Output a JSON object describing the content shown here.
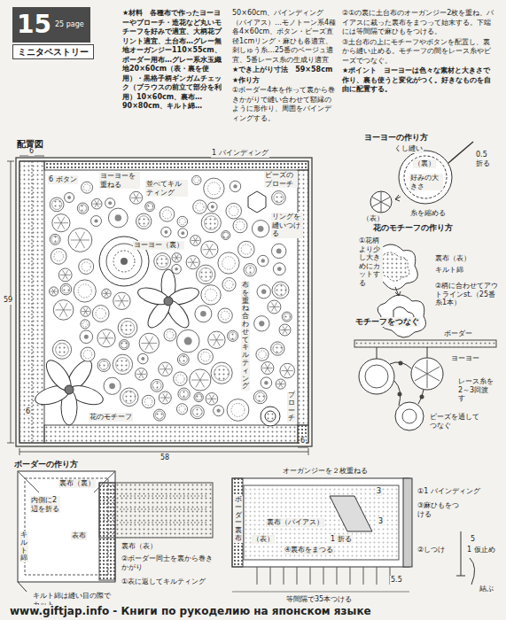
{
  "diagram": {
    "nodes": [
      {
        "text": [
          "15",
          "25 page"
        ]
      },
      {
        "text": [
          "ミニタペストリー"
        ]
      }
    ],
    "labels": [
      "★材料　各種布で作ったヨーヨーやブローチ・造花など丸いモチーフを好みで適宜、大柄花プリント適宜、土台布…グレー無地オーガンジー110×55cm、ボーダー用布…グレー系水玉織地20×60cm（表・裏を使用）・黒格子柄ギンガムチェック（ブラウスの前立て部分を利用）10×60cm、裏布…90×80cm、キルト綿…",
      "50×60cm、バインディング（バイアス）…モノトーン系4種各4×60cm、ボタン・ビーズ直径1cmリング・麻ひも各適宜、刺しゅう糸…25番のベージュ適宜、5番レース糸の生成り適宜",
      "★でき上がり寸法　59×58cm",
      "★作り方",
      "①ボーダー4本を作って裏から巻きかがりで縫い合わせて額縁のように形作り、周囲をバインディングする。",
      "②①の裏に土台布のオーガンジー2枚を重ね、バイアスに裁った裏布をまつって始末する。下端には等間隔で麻ひもをつける。",
      "③土台布の上にモチーフやボタンを配置し、裏から縫い止める。モチーフの間をレース糸やビーズでつなぐ。",
      "★ポイント　ヨーヨーは色々な素材と大きさで作り、裏も使うと変化がつく。好きなものを自由に配置する。",
      "配置図",
      "1 バインディング",
      "ヨーヨーを重ねる",
      "6 ボタン",
      "並べてキルティング",
      "ビーズのブローチ",
      "リングを縫いつける",
      "ヨーヨー（裏）",
      "布を重ね合わせてキルティング",
      "花のモチーフ",
      "ブローチ",
      "6",
      "6",
      "6",
      "59",
      "58",
      "ヨーヨーの作り方",
      "くし縫い",
      "0.5 折る",
      "（裏）",
      "好みの大きさ",
      "（表）",
      "糸を縮める",
      "花のモチーフの作り方",
      "①花柄より少し大きめにカットする",
      "裏布（表）",
      "キルト綿",
      "②柄に合わせてアウトラインst.（25番糸1本）",
      "モチーフをつなぐ",
      "ボーダー",
      "ヨーヨー",
      "レース糸を2～3回渡す",
      "ビーズを通してつなぐ",
      "ボーダーの作り方",
      "内側に2辺を折る",
      "裏布（裏）",
      "表布",
      "キルト綿",
      "裏布（表）",
      "②ボーダー同士を裏から巻きかがり",
      "①表に返してキルティング",
      "キルト綿は縫い目の際でカット",
      "オーガンジーを２枚重ねる",
      "ボーダー裏布",
      "（表）",
      "裏布（バイアス）",
      "④裏布をまつる",
      "3",
      "3",
      "①1 バインディング",
      "③麻ひもをつける",
      "②しつけ",
      "1 折る",
      "5.5",
      "5",
      "1 仮止め",
      "結ぶ",
      "等間隔で35本つける",
      "www.giftjap.info - Книги по рукоделию на японском языке"
    ]
  }
}
